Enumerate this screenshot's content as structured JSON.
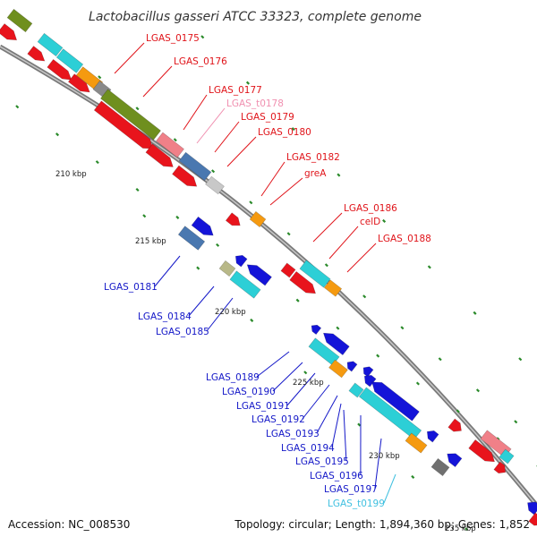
{
  "title": "Lactobacillus gasseri ATCC 33323, complete genome",
  "footer": {
    "accession": "Accession: NC_008530",
    "topology": "Topology: circular; Length: 1,894,360 bp; Genes: 1,852"
  },
  "colors": {
    "forward_label": "#e0141a",
    "reverse_label": "#1418c8",
    "trna_forward_label": "#f090b0",
    "trna_reverse_label": "#40c0e0",
    "backbone": "#7a7a7a",
    "tick": "#2a8a2a"
  },
  "tick_labels": [
    "210 kbp",
    "215 kbp",
    "220 kbp",
    "225 kbp",
    "230 kbp",
    "235 kbp"
  ],
  "gene_labels_forward": [
    {
      "text": "LGAS_0175",
      "type": "gene"
    },
    {
      "text": "LGAS_0176",
      "type": "gene"
    },
    {
      "text": "LGAS_0177",
      "type": "gene"
    },
    {
      "text": "LGAS_t0178",
      "type": "trna"
    },
    {
      "text": "LGAS_0179",
      "type": "gene"
    },
    {
      "text": "LGAS_0180",
      "type": "gene"
    },
    {
      "text": "LGAS_0182",
      "type": "gene"
    },
    {
      "text": "greA",
      "type": "gene"
    },
    {
      "text": "LGAS_0186",
      "type": "gene"
    },
    {
      "text": "celD",
      "type": "gene"
    },
    {
      "text": "LGAS_0188",
      "type": "gene"
    }
  ],
  "gene_labels_reverse": [
    {
      "text": "LGAS_0181",
      "type": "gene"
    },
    {
      "text": "LGAS_0184",
      "type": "gene"
    },
    {
      "text": "LGAS_0185",
      "type": "gene"
    },
    {
      "text": "LGAS_0189",
      "type": "gene"
    },
    {
      "text": "LGAS_0190",
      "type": "gene"
    },
    {
      "text": "LGAS_0191",
      "type": "gene"
    },
    {
      "text": "LGAS_0192",
      "type": "gene"
    },
    {
      "text": "LGAS_0193",
      "type": "gene"
    },
    {
      "text": "LGAS_0194",
      "type": "gene"
    },
    {
      "text": "LGAS_0195",
      "type": "gene"
    },
    {
      "text": "LGAS_0196",
      "type": "gene"
    },
    {
      "text": "LGAS_0197",
      "type": "gene"
    },
    {
      "text": "LGAS_t0199",
      "type": "trna"
    }
  ]
}
